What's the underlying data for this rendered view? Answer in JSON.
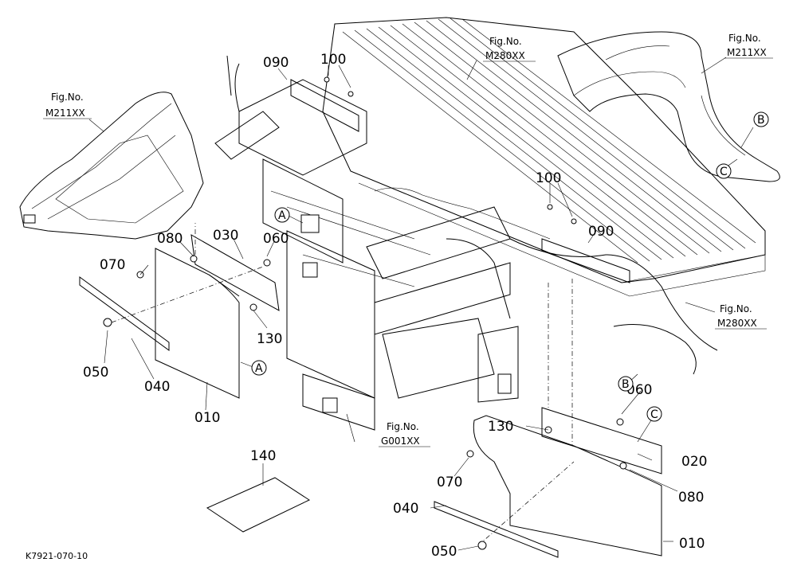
{
  "diagram_id": "K7921-070-10",
  "parts": {
    "p010": "010",
    "p020": "020",
    "p030": "030",
    "p040": "040",
    "p050": "050",
    "p060": "060",
    "p070": "070",
    "p080": "080",
    "p090": "090",
    "p100": "100",
    "p130": "130",
    "p140": "140"
  },
  "figrefs": {
    "fig_label": "Fig.No.",
    "m280": "M280XX",
    "m211": "M211XX",
    "g001": "G001XX"
  },
  "markers": {
    "a": "A",
    "b": "B",
    "c": "C"
  }
}
